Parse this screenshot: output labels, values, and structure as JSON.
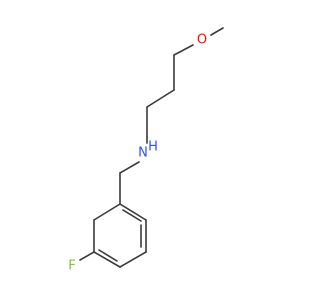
{
  "structure": {
    "atoms": [
      {
        "id": "O",
        "label": "O",
        "color": "#ff0d0d"
      },
      {
        "id": "N",
        "label": "H",
        "suffix": "N",
        "color": "#3050f8"
      },
      {
        "id": "F",
        "label": "F",
        "color": "#8fbf33"
      }
    ],
    "bond_color": "#3a3a3a"
  }
}
